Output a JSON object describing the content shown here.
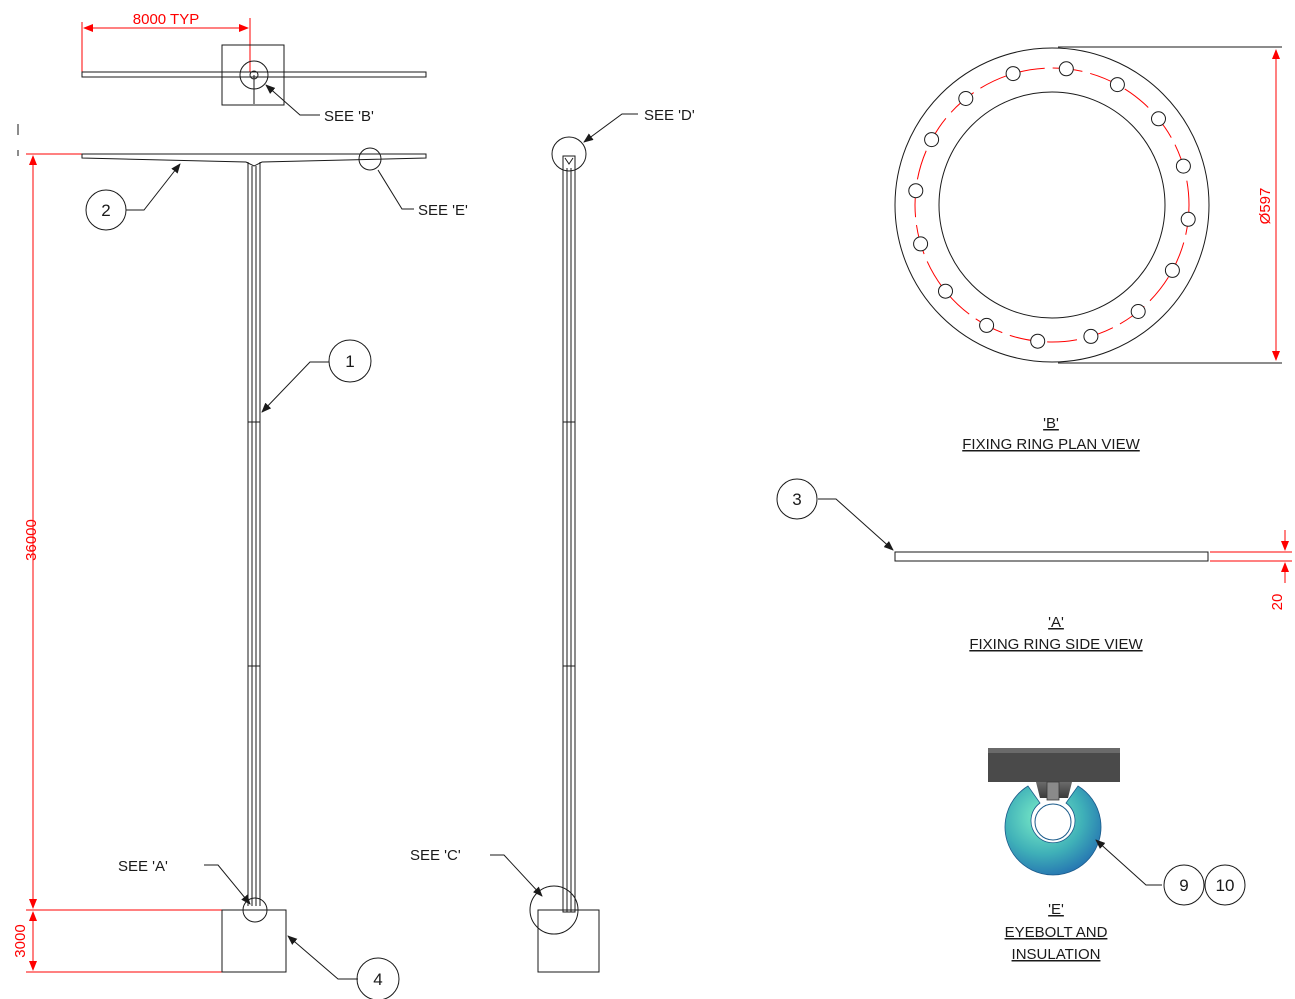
{
  "dimensions": {
    "typ_spacing": "8000 TYP",
    "mast_height": "36000",
    "base_height": "3000",
    "ring_diameter": "Ø597",
    "ring_thickness": "20"
  },
  "callouts": {
    "see_b": "SEE 'B'",
    "see_e": "SEE  'E'",
    "see_d": "SEE 'D'",
    "see_a": "SEE  'A'",
    "see_c": "SEE  'C'"
  },
  "items": {
    "item_1": "1",
    "item_2": "2",
    "item_3": "3",
    "item_4": "4",
    "item_9": "9",
    "item_10": "10"
  },
  "details": {
    "b_tag": "'B'",
    "b_title": "FIXING RING PLAN VIEW",
    "a_tag": "'A'",
    "a_title": "FIXING RING SIDE VIEW",
    "e_tag": "'E'",
    "e_title_line1": "EYEBOLT AND",
    "e_title_line2": "INSULATION"
  },
  "colors": {
    "dimension": "#ff0000",
    "linework": "#1a1a1a",
    "insulator_light": "#7ef0c8",
    "insulator_dark": "#1f66b0",
    "clamp": "#4a4a4a"
  }
}
